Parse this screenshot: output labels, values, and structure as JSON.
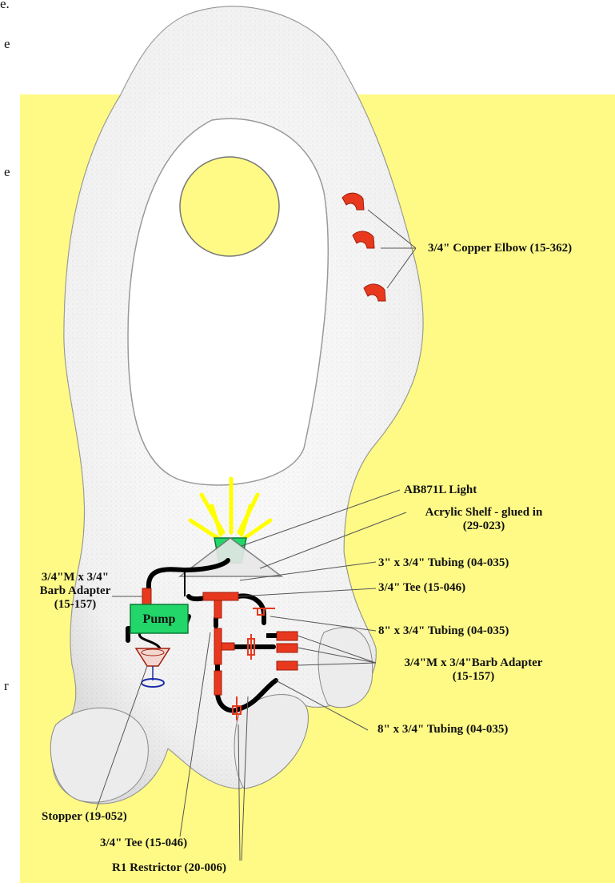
{
  "labels": {
    "copper_elbow": "3/4\" Copper Elbow (15-362)",
    "light": "AB871L Light",
    "shelf_line1": "Acrylic Shelf - glued in",
    "shelf_line2": "(29-023)",
    "tubing_3in": "3\" x 3/4\" Tubing (04-035)",
    "tee_right": "3/4\" Tee (15-046)",
    "barb_left_line1": "3/4\"M x 3/4\"",
    "barb_left_line2": "Barb Adapter",
    "barb_left_line3": "(15-157)",
    "pump": "Pump",
    "tubing_8in_a": "8\" x 3/4\" Tubing (04-035)",
    "barb_right_line1": "3/4\"M x 3/4\"Barb Adapter",
    "barb_right_line2": "(15-157)",
    "tubing_8in_b": "8\" x 3/4\" Tubing (04-035)",
    "stopper": "Stopper (19-052)",
    "tee_bottom": "3/4\" Tee (15-046)",
    "restrictor": "R1 Restrictor (20-006)"
  },
  "edge_text": {
    "a": "e.",
    "b": "e",
    "c": "e",
    "d": "r"
  },
  "colors": {
    "background": "#ffffff",
    "yellow": "#fffa86",
    "rock": "#f4f4f4",
    "copper": "#e8391e",
    "pump": "#22d66a",
    "tubing": "#000000",
    "light_rays": "#ffff00",
    "stopper_ring": "#1a2ca8"
  }
}
